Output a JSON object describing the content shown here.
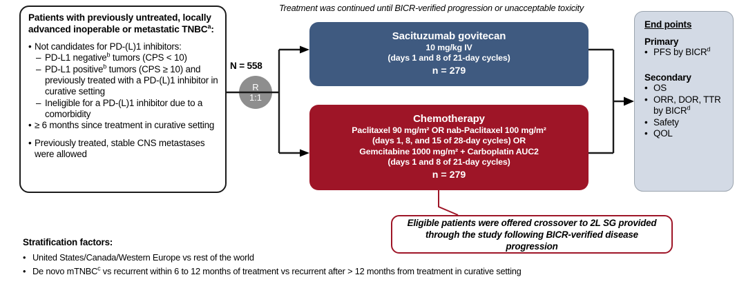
{
  "eligibility": {
    "title": "Patients with previously untreated, locally advanced inoperable or metastatic TNBC",
    "title_sup": "a",
    "title_tail": ":",
    "items": [
      {
        "marker": "bullet",
        "level": 1,
        "text": "Not candidates for PD-(L)1 inhibitors:"
      },
      {
        "marker": "dash",
        "level": 2,
        "text": "PD-L1 negative",
        "sup": "b",
        "text_after": " tumors (CPS < 10)"
      },
      {
        "marker": "dash",
        "level": 2,
        "text": "PD-L1 positive",
        "sup": "b",
        "text_after": " tumors (CPS ≥ 10) and previously treated with a PD-(L)1 inhibitor in curative setting"
      },
      {
        "marker": "dash",
        "level": 2,
        "text": "Ineligible for a PD-(L)1 inhibitor due to a comorbidity"
      },
      {
        "marker": "bullet",
        "level": 1,
        "text": "≥ 6 months since treatment in curative setting"
      },
      {
        "marker": "bullet",
        "level": 1,
        "text": "Previously treated, stable CNS metastases were allowed"
      }
    ]
  },
  "randomization": {
    "n_label": "N = 558",
    "circle_letter": "R",
    "circle_ratio": "1:1"
  },
  "treatment_caption": "Treatment was continued until BICR-verified progression or unacceptable toxicity",
  "arms": [
    {
      "name": "sacituzumab-govitecan",
      "title": "Sacituzumab govitecan",
      "lines": [
        "10 mg/kg IV",
        "(days 1 and 8 of 21-day cycles)"
      ],
      "n": "n = 279",
      "color": "#3f5a80"
    },
    {
      "name": "chemotherapy",
      "title": "Chemotherapy",
      "lines": [
        "Paclitaxel 90 mg/m² OR nab-Paclitaxel 100 mg/m²",
        "(days 1, 8, and 15 of 28-day cycles) OR",
        "Gemcitabine 1000 mg/m² + Carboplatin AUC2",
        "(days 1 and 8 of 21-day cycles)"
      ],
      "n": "n = 279",
      "color": "#9e1527"
    }
  ],
  "endpoints": {
    "heading": "End points",
    "primary_label": "Primary",
    "primary_items": [
      {
        "text": "PFS by BICR",
        "sup": "d"
      }
    ],
    "secondary_label": "Secondary",
    "secondary_items": [
      {
        "text": "OS",
        "sup": ""
      },
      {
        "text": "ORR, DOR, TTR by BICR",
        "sup": "d"
      },
      {
        "text": "Safety",
        "sup": ""
      },
      {
        "text": "QOL",
        "sup": ""
      }
    ],
    "panel_color": "#d3dae5"
  },
  "crossover": {
    "line1": "Eligible patients were offered crossover to 2L SG provided",
    "line2": "through the study following BICR-verified disease progression",
    "border_color": "#9e1527"
  },
  "stratification": {
    "heading": "Stratification factors:",
    "items": [
      {
        "text": "United States/Canada/Western Europe vs rest of the world",
        "sup": "",
        "text_after": ""
      },
      {
        "text": "De novo mTNBC",
        "sup": "c",
        "text_after": " vs recurrent within 6 to 12 months of treatment vs recurrent after > 12 months from treatment in curative setting"
      }
    ]
  },
  "icons": {
    "arrow_right": "arrow-right-icon",
    "split_connector": "split-connector-icon",
    "merge_connector": "merge-connector-icon",
    "callout_pointer": "callout-pointer-icon"
  }
}
